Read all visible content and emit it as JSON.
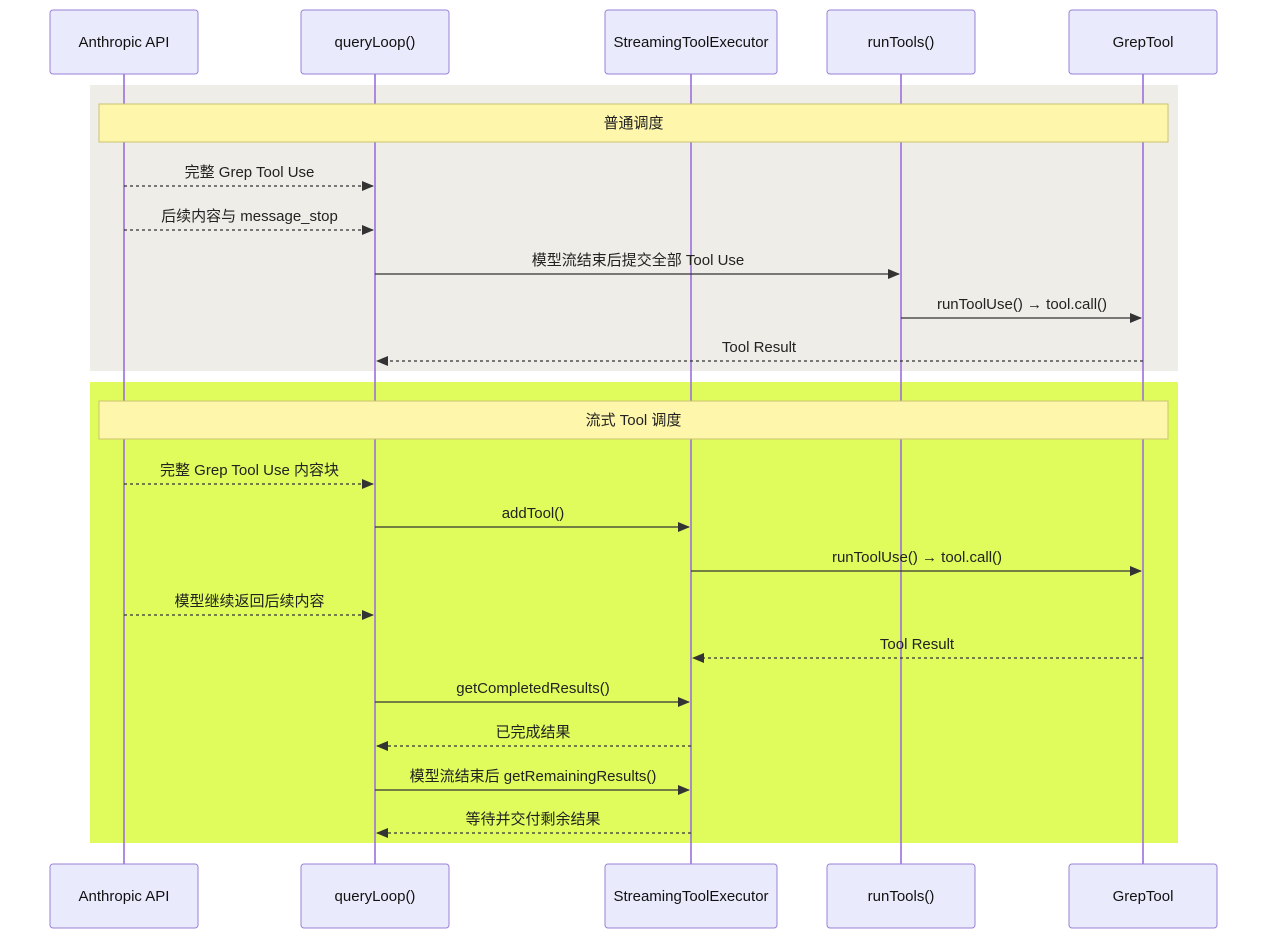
{
  "colors": {
    "actor_fill": "#eaeafd",
    "actor_stroke": "#9b80d8",
    "lifeline": "#9b6fdc",
    "arrow": "#333333",
    "group1_bg": "#eeede8",
    "group2_bg": "#dffc5c",
    "note_fill": "#fef6ab",
    "note_stroke": "#c9c470"
  },
  "participants": [
    {
      "id": "api",
      "label": "Anthropic API"
    },
    {
      "id": "loop",
      "label": "queryLoop()"
    },
    {
      "id": "exec",
      "label": "StreamingToolExecutor"
    },
    {
      "id": "run",
      "label": "runTools()"
    },
    {
      "id": "grep",
      "label": "GrepTool"
    }
  ],
  "groups": [
    {
      "note": "普通调度",
      "messages": [
        {
          "from": "api",
          "to": "loop",
          "label": "完整 Grep Tool Use",
          "style": "dashed"
        },
        {
          "from": "api",
          "to": "loop",
          "label": "后续内容与 message_stop",
          "style": "dashed"
        },
        {
          "from": "loop",
          "to": "run",
          "label": "模型流结束后提交全部 Tool Use",
          "style": "solid"
        },
        {
          "from": "run",
          "to": "grep",
          "label": "runToolUse() → tool.call()",
          "style": "solid"
        },
        {
          "from": "grep",
          "to": "loop",
          "label": "Tool Result",
          "style": "dashed"
        }
      ]
    },
    {
      "note": "流式 Tool 调度",
      "messages": [
        {
          "from": "api",
          "to": "loop",
          "label": "完整 Grep Tool Use 内容块",
          "style": "dashed"
        },
        {
          "from": "loop",
          "to": "exec",
          "label": "addTool()",
          "style": "solid"
        },
        {
          "from": "exec",
          "to": "grep",
          "label": "runToolUse() → tool.call()",
          "style": "solid"
        },
        {
          "from": "api",
          "to": "loop",
          "label": "模型继续返回后续内容",
          "style": "dashed"
        },
        {
          "from": "grep",
          "to": "exec",
          "label": "Tool Result",
          "style": "dashed"
        },
        {
          "from": "loop",
          "to": "exec",
          "label": "getCompletedResults()",
          "style": "solid"
        },
        {
          "from": "exec",
          "to": "loop",
          "label": "已完成结果",
          "style": "dashed"
        },
        {
          "from": "loop",
          "to": "exec",
          "label": "模型流结束后 getRemainingResults()",
          "style": "solid"
        },
        {
          "from": "exec",
          "to": "loop",
          "label": "等待并交付剩余结果",
          "style": "dashed"
        }
      ]
    }
  ]
}
